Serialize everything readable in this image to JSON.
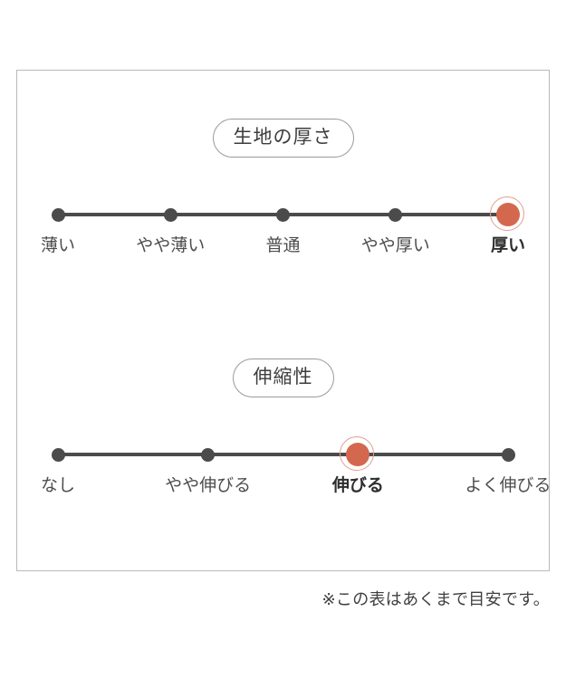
{
  "footnote": "※この表はあくまで目安です。",
  "colors": {
    "selected": "#d4684f",
    "dot": "#4b4b4b",
    "track": "#4b4b4b",
    "border": "#b9b9b9"
  },
  "chart_data": {
    "type": "scatter",
    "title": "",
    "scales": [
      {
        "name": "fabric-thickness",
        "label": "生地の厚さ",
        "categories": [
          "薄い",
          "やや薄い",
          "普通",
          "やや厚い",
          "厚い"
        ],
        "values": [
          1,
          2,
          3,
          4,
          5
        ],
        "selected_index": 4,
        "selected_label": "厚い",
        "xlim": [
          1,
          5
        ],
        "grid": false,
        "legend": "none"
      },
      {
        "name": "stretchiness",
        "label": "伸縮性",
        "categories": [
          "なし",
          "やや伸びる",
          "伸びる",
          "よく伸びる"
        ],
        "values": [
          1,
          2,
          3,
          4
        ],
        "selected_index": 2,
        "selected_label": "伸びる",
        "xlim": [
          1,
          4
        ],
        "grid": false,
        "legend": "none"
      }
    ]
  }
}
